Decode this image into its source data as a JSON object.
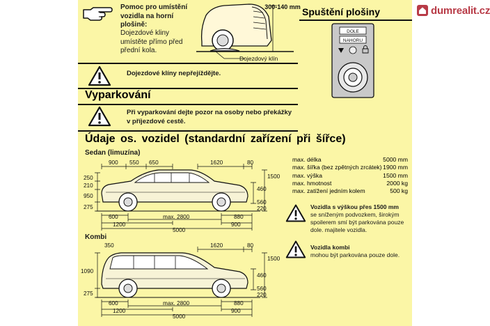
{
  "brand": {
    "name": "dumrealit.cz",
    "color": "#b83b47"
  },
  "top": {
    "hand_icon": "pointing-hand-icon",
    "title": "Pomoc pro umístění vozidla na horní plošině:",
    "body": "Dojezdové kliny umístěte přímo před přední kola.",
    "height_label": "300-140 mm",
    "wedge_label": "Dojezdový klín"
  },
  "panel": {
    "title": "Spuštění plošiny",
    "btn_down": "DOLE",
    "btn_up": "NAHORU"
  },
  "warnings": [
    {
      "text": "Dojezdové klíny nepřejíždějte."
    },
    {
      "text": "Při vyparkování dejte pozor na osoby nebo překážky v příjezdové cestě."
    }
  ],
  "section_vyparkovani": "Vyparkování",
  "section_udaje": "Údaje os. vozidel (standardní zařízení při šířce)",
  "sedan": {
    "title": "Sedan (limuzína)",
    "top_dims": [
      "900",
      "550",
      "650",
      "1620",
      "80"
    ],
    "left_dims": [
      "250",
      "210",
      "950",
      "275"
    ],
    "right_dims": [
      "1500",
      "460",
      "560",
      "220"
    ],
    "bottom_dims": [
      "600",
      "1200",
      "max. 2800",
      "880",
      "900",
      "5000"
    ]
  },
  "kombi": {
    "title": "Kombi",
    "top_dims": [
      "350",
      "1620",
      "80"
    ],
    "left_dims": [
      "1090",
      "275"
    ],
    "right_dims": [
      "1500",
      "460",
      "560",
      "220"
    ],
    "bottom_dims": [
      "600",
      "1200",
      "max. 2800",
      "880",
      "900",
      "5000"
    ]
  },
  "specs": [
    {
      "label": "max. délka",
      "value": "5000 mm"
    },
    {
      "label": "max. šířka (bez zpětných zrcátek)",
      "value": "1900 mm"
    },
    {
      "label": "max. výška",
      "value": "1500 mm"
    },
    {
      "label": "max. hmotnost",
      "value": "2000 kg"
    },
    {
      "label": "max. zatížení jedním kolem",
      "value": "500 kg"
    }
  ],
  "notes": [
    {
      "title": "Vozidla s výškou přes 1500 mm",
      "body": "se sníženým podvozkem, širokým spoilerem smí být parkována pouze dole. majitele vozidla."
    },
    {
      "title": "Vozidla kombi",
      "body": "mohou být parkována pouze dole."
    }
  ]
}
